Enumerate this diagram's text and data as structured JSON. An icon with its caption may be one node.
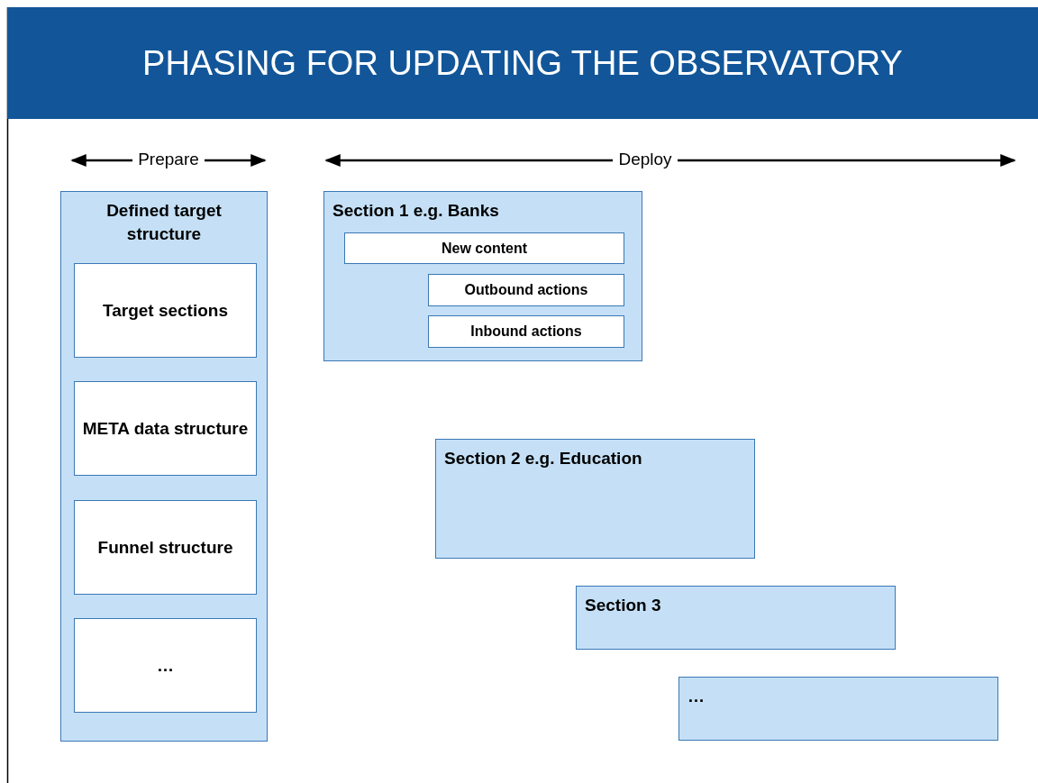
{
  "diagram": {
    "title": "PHASING FOR UPDATING THE OBSERVATORY",
    "nodes": [
      {
        "text": [
          "Defined target structure"
        ]
      },
      {
        "text": [
          "Target sections"
        ],
        "in": 0
      },
      {
        "text": [
          "META data structure"
        ],
        "in": 0
      },
      {
        "text": [
          "Funnel structure"
        ],
        "in": 0
      },
      {
        "text": [
          "…"
        ],
        "in": 0
      },
      {
        "text": [
          "Section 1 e.g. Banks"
        ]
      },
      {
        "text": [
          "New content"
        ],
        "in": 5
      },
      {
        "text": [
          "Outbound actions"
        ],
        "in": 5
      },
      {
        "text": [
          "Inbound actions"
        ],
        "in": 5
      },
      {
        "text": [
          "Section 2 e.g. Education"
        ]
      },
      {
        "text": [
          "Section 3"
        ]
      },
      {
        "text": [
          "…"
        ]
      }
    ],
    "edges": [],
    "labels": [
      "Prepare",
      "Deploy"
    ]
  }
}
